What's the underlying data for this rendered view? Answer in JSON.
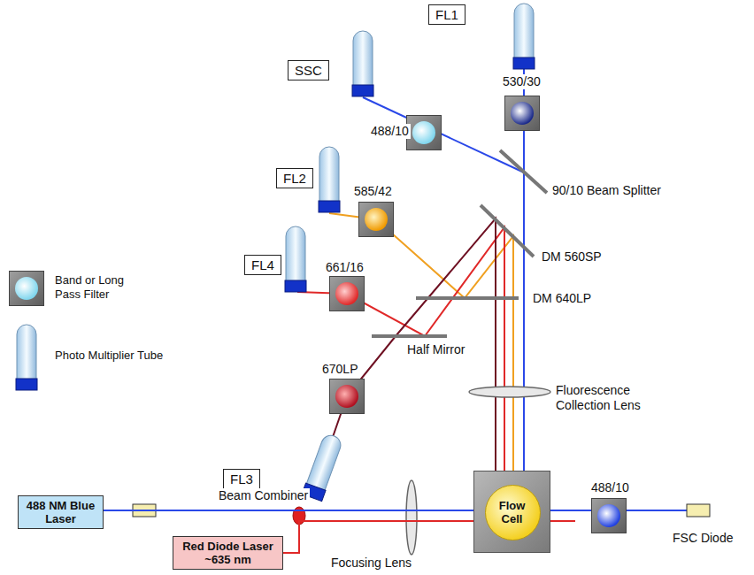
{
  "diagram": {
    "nodes": [
      {
        "text": [
          "FL1"
        ]
      },
      {
        "text": [
          "SSC"
        ]
      },
      {
        "text": [
          "FL2"
        ]
      },
      {
        "text": [
          "FL4"
        ]
      },
      {
        "text": [
          "FL3"
        ]
      },
      {
        "text": [
          "488 NM Blue Laser"
        ]
      },
      {
        "text": [
          "Red Diode Laser ~635 nm"
        ]
      },
      {
        "text": [
          "Flow Cell"
        ]
      }
    ],
    "edges": [
      {
        "from": 5,
        "to": 7,
        "arrow": "none"
      },
      {
        "from": 6,
        "to": 7,
        "arrow": "none"
      }
    ],
    "labels": [
      "530/30",
      "488/10",
      "90/10 Beam Splitter",
      "585/42",
      "DM 560SP",
      "DM 640LP",
      "661/16",
      "Half Mirror",
      "670LP",
      "Fluorescence Collection Lens",
      "Beam Combiner",
      "Focusing Lens",
      "488/10",
      "FSC Diode"
    ],
    "legend": [
      {
        "text": "Band or Long Pass Filter"
      },
      {
        "text": "Photo Multiplier Tube"
      }
    ]
  }
}
